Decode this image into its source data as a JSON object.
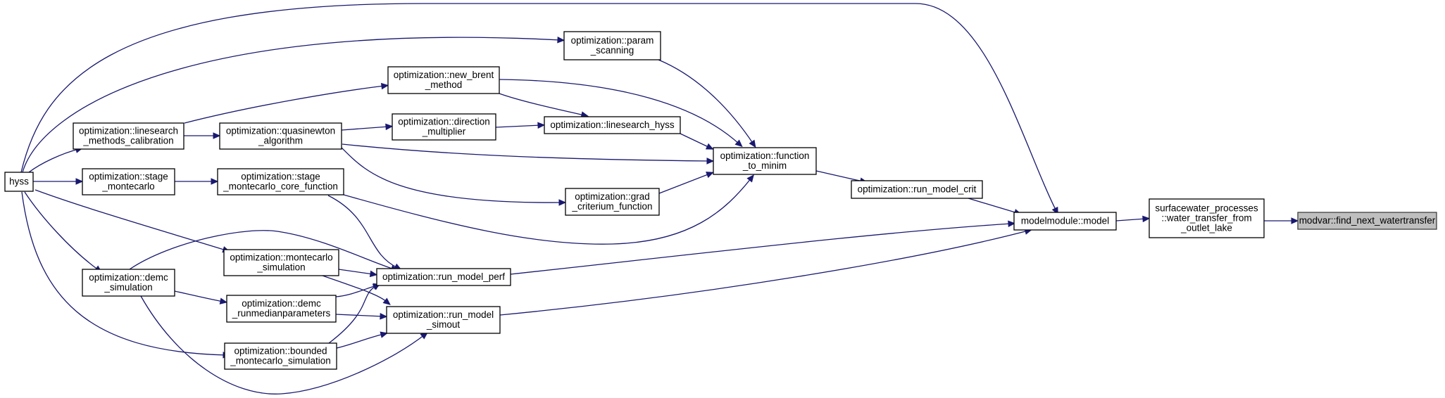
{
  "graph": {
    "type": "call-graph",
    "colors": {
      "edge": "#191970",
      "node_border": "#000000",
      "highlight_fill": "#bfbfbf"
    },
    "nodes": [
      {
        "id": "hyss",
        "lines": [
          "hyss"
        ]
      },
      {
        "id": "ls_methods_calib",
        "lines": [
          "optimization::linesearch",
          "_methods_calibration"
        ]
      },
      {
        "id": "stage_mc",
        "lines": [
          "optimization::stage",
          "_montecarlo"
        ]
      },
      {
        "id": "demc_sim",
        "lines": [
          "optimization::demc",
          "_simulation"
        ]
      },
      {
        "id": "quasinewton",
        "lines": [
          "optimization::quasinewton",
          "_algorithm"
        ]
      },
      {
        "id": "stage_mc_core",
        "lines": [
          "optimization::stage",
          "_montecarlo_core_function"
        ]
      },
      {
        "id": "mc_sim",
        "lines": [
          "optimization::montecarlo",
          "_simulation"
        ]
      },
      {
        "id": "demc_runmedian",
        "lines": [
          "optimization::demc",
          "_runmedianparameters"
        ]
      },
      {
        "id": "bounded_mc",
        "lines": [
          "optimization::bounded",
          "_montecarlo_simulation"
        ]
      },
      {
        "id": "new_brent",
        "lines": [
          "optimization::new_brent",
          "_method"
        ]
      },
      {
        "id": "direction_mult",
        "lines": [
          "optimization::direction",
          "_multiplier"
        ]
      },
      {
        "id": "param_scanning",
        "lines": [
          "optimization::param",
          "_scanning"
        ]
      },
      {
        "id": "ls_hyss",
        "lines": [
          "optimization::linesearch_hyss"
        ]
      },
      {
        "id": "grad_crit",
        "lines": [
          "optimization::grad",
          "_criterium_function"
        ]
      },
      {
        "id": "run_model_perf",
        "lines": [
          "optimization::run_model_perf"
        ]
      },
      {
        "id": "run_model_simout",
        "lines": [
          "optimization::run_model",
          "_simout"
        ]
      },
      {
        "id": "function_to_minim",
        "lines": [
          "optimization::function",
          "_to_minim"
        ]
      },
      {
        "id": "run_model_crit",
        "lines": [
          "optimization::run_model_crit"
        ]
      },
      {
        "id": "modelmodule_model",
        "lines": [
          "modelmodule::model"
        ]
      },
      {
        "id": "water_transfer",
        "lines": [
          "surfacewater_processes",
          "::water_transfer_from",
          "_outlet_lake"
        ]
      },
      {
        "id": "find_next",
        "lines": [
          "modvar::find_next_watertransfer"
        ],
        "highlight": true
      }
    ],
    "edges": [
      {
        "from": "hyss",
        "to": "ls_methods_calib"
      },
      {
        "from": "hyss",
        "to": "stage_mc"
      },
      {
        "from": "hyss",
        "to": "demc_sim"
      },
      {
        "from": "hyss",
        "to": "mc_sim"
      },
      {
        "from": "hyss",
        "to": "bounded_mc"
      },
      {
        "from": "hyss",
        "to": "param_scanning"
      },
      {
        "from": "hyss",
        "to": "modelmodule_model"
      },
      {
        "from": "ls_methods_calib",
        "to": "quasinewton"
      },
      {
        "from": "ls_methods_calib",
        "to": "new_brent"
      },
      {
        "from": "stage_mc",
        "to": "stage_mc_core"
      },
      {
        "from": "demc_sim",
        "to": "demc_runmedian"
      },
      {
        "from": "demc_sim",
        "to": "run_model_perf"
      },
      {
        "from": "demc_sim",
        "to": "run_model_simout"
      },
      {
        "from": "quasinewton",
        "to": "direction_mult"
      },
      {
        "from": "quasinewton",
        "to": "function_to_minim"
      },
      {
        "from": "quasinewton",
        "to": "grad_crit"
      },
      {
        "from": "stage_mc_core",
        "to": "run_model_perf"
      },
      {
        "from": "stage_mc_core",
        "to": "function_to_minim"
      },
      {
        "from": "mc_sim",
        "to": "run_model_perf"
      },
      {
        "from": "mc_sim",
        "to": "run_model_simout"
      },
      {
        "from": "demc_runmedian",
        "to": "run_model_perf"
      },
      {
        "from": "demc_runmedian",
        "to": "run_model_simout"
      },
      {
        "from": "bounded_mc",
        "to": "run_model_perf"
      },
      {
        "from": "bounded_mc",
        "to": "run_model_simout"
      },
      {
        "from": "new_brent",
        "to": "ls_hyss"
      },
      {
        "from": "new_brent",
        "to": "function_to_minim"
      },
      {
        "from": "direction_mult",
        "to": "ls_hyss"
      },
      {
        "from": "param_scanning",
        "to": "function_to_minim"
      },
      {
        "from": "ls_hyss",
        "to": "function_to_minim"
      },
      {
        "from": "grad_crit",
        "to": "function_to_minim"
      },
      {
        "from": "function_to_minim",
        "to": "run_model_crit"
      },
      {
        "from": "run_model_perf",
        "to": "modelmodule_model"
      },
      {
        "from": "run_model_simout",
        "to": "modelmodule_model"
      },
      {
        "from": "run_model_crit",
        "to": "modelmodule_model"
      },
      {
        "from": "modelmodule_model",
        "to": "water_transfer"
      },
      {
        "from": "water_transfer",
        "to": "find_next"
      }
    ]
  }
}
